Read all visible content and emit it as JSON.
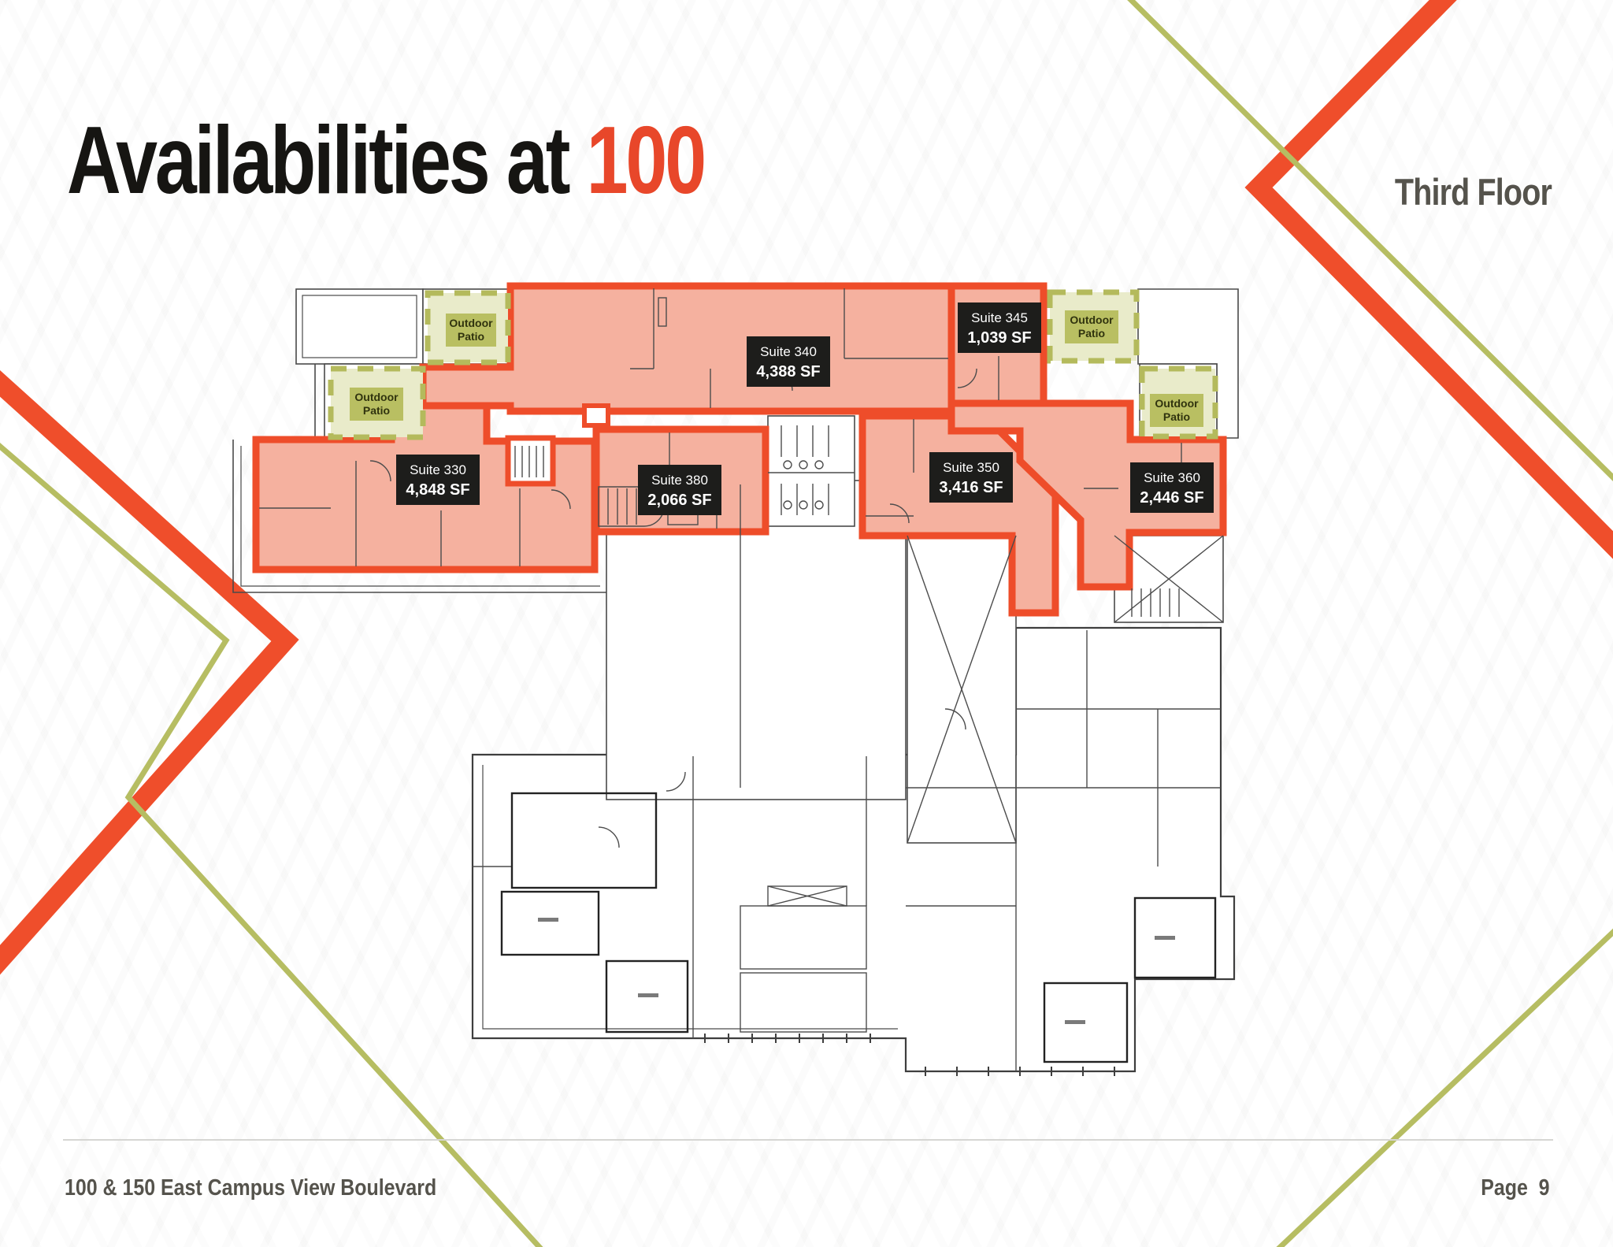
{
  "page": {
    "title": {
      "prefix": "Availabilities at ",
      "accent": "100"
    },
    "floor_label": "Third Floor",
    "footer": {
      "left": "100 & 150 East Campus View Boulevard",
      "right": "Page  9"
    }
  },
  "colors": {
    "accent_orange": "#e8472a",
    "suite_border": "#ee4d2a",
    "suite_fill": "#f5b19f",
    "patio_fill": "#e9ebca",
    "patio_accent": "#b8bd62",
    "label_box_bg": "#1d1d1b",
    "deco_green": "#b6bd62",
    "heading_gray": "#55534c"
  },
  "floor_plan": {
    "suites": [
      {
        "name": "Suite 330",
        "area": "4,848 SF"
      },
      {
        "name": "Suite 340",
        "area": "4,388 SF"
      },
      {
        "name": "Suite 345",
        "area": "1,039 SF"
      },
      {
        "name": "Suite 350",
        "area": "3,416 SF"
      },
      {
        "name": "Suite 360",
        "area": "2,446 SF"
      },
      {
        "name": "Suite 380",
        "area": "2,066 SF"
      }
    ],
    "outdoor_patio": {
      "line1": "Outdoor",
      "line2": "Patio"
    }
  }
}
